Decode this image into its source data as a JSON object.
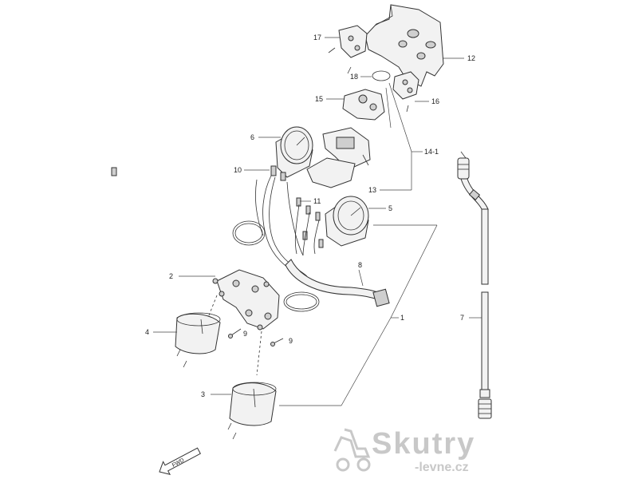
{
  "callouts": {
    "p1": "1",
    "p2": "2",
    "p3": "3",
    "p4": "4",
    "p5": "5",
    "p6": "6",
    "p7": "7",
    "p9a": "9",
    "p9b": "9",
    "p10": "10",
    "p11": "11",
    "p12": "12",
    "p13": "13",
    "p14": "14-1",
    "p15": "15",
    "p16": "16",
    "p17": "17",
    "p18": "18"
  },
  "direction": {
    "label": "FWD"
  },
  "watermark": {
    "line1": "Skutry",
    "line2": "-levne.cz"
  }
}
